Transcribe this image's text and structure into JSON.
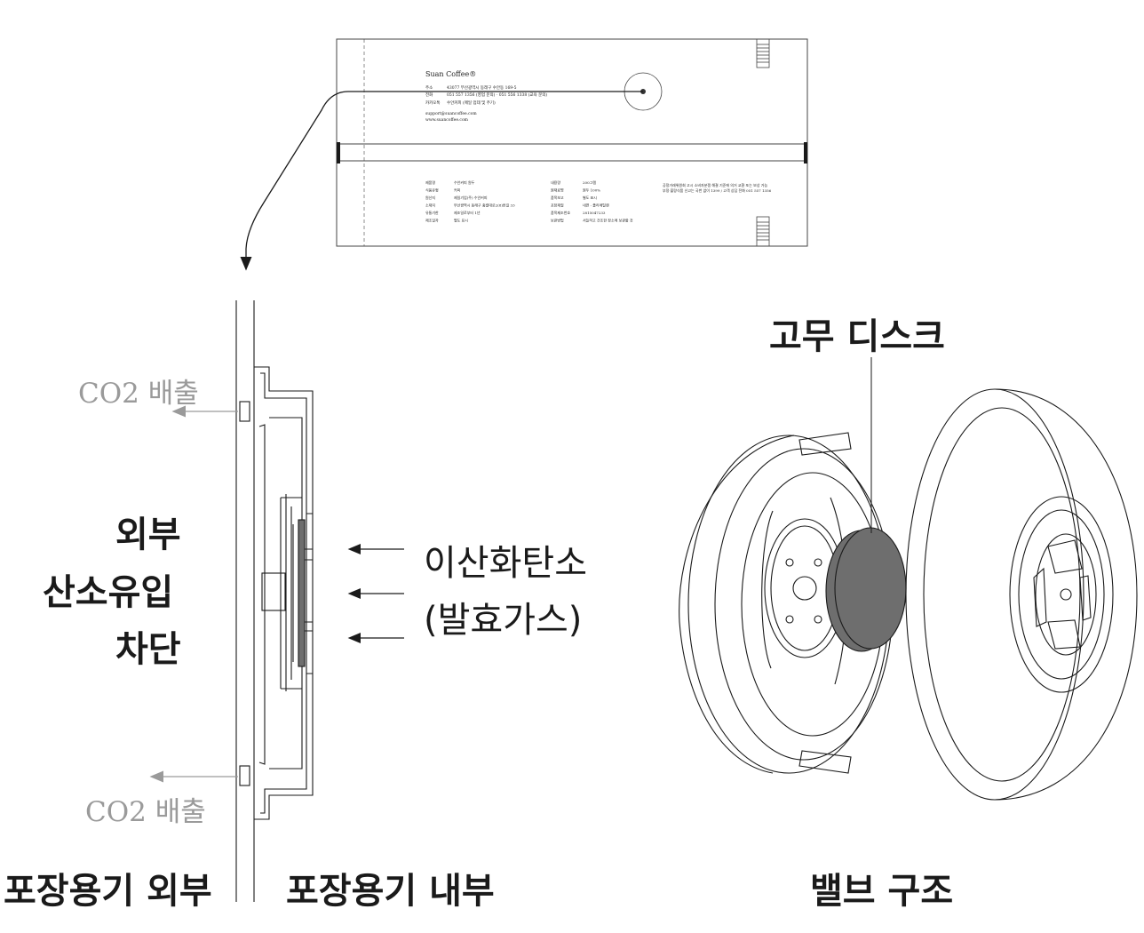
{
  "label": {
    "title": "Suan Coffee®",
    "address_label": "주소",
    "address": "43077 부산광역시 동래구 수안동 169-5",
    "phone_label": "전화",
    "phone": "051 557 1356 (영업 문의) · 051 556 1338 (교육 문의)",
    "cafe_label": "카카오톡",
    "cafe": "수안커피 (매일 업데 및 주기)",
    "email": "support@suancoffee.com",
    "web": "www.suancoffee.com",
    "info_left": [
      {
        "k": "제품명",
        "v": "수안커피 원두"
      },
      {
        "k": "식품유형",
        "v": "커피"
      },
      {
        "k": "원산지",
        "v": "제일기업(주) 수안커피"
      },
      {
        "k": "소재지",
        "v": "부산광역시 동래구 충렬대로2(8)번길 33"
      },
      {
        "k": "유통기한",
        "v": "제조일로부터 1년"
      },
      {
        "k": "제조일자",
        "v": "별도 표시"
      }
    ],
    "info_mid": [
      {
        "k": "내용량",
        "v": "200그램"
      },
      {
        "k": "원재료명",
        "v": "원두 100%"
      },
      {
        "k": "품목보고",
        "v": "별도 표시"
      },
      {
        "k": "포장재질",
        "v": "내면 - 폴리에틸렌"
      },
      {
        "k": "품목제조번호",
        "v": "2815047233"
      },
      {
        "k": "보관방법",
        "v": "서늘하고 건조한 장소에 보관할 것"
      }
    ],
    "info_right": [
      "공정거래위원회 고시 소비자분쟁 해결 기준에 의거 교환 또는 보상 가능",
      "부정·불량식품 신고는 국번 없이 1399 / 고객 상담 전화 051 557 1356"
    ]
  },
  "labels": {
    "co2_top": "CO2 배출",
    "co2_bottom": "CO2 배출",
    "outer_block": [
      "외부",
      "산소유입",
      "차단"
    ],
    "gas_block": [
      "이산화탄소",
      "(발효가스)"
    ],
    "rubber_disc": "고무 디스크",
    "outside": "포장용기 외부",
    "inside": "포장용기 내부",
    "valve_structure": "밸브 구조"
  },
  "colors": {
    "line": "#1a1a1a",
    "grey_arrow": "#9a9a9a",
    "disc_fill": "#6e6e6e"
  }
}
